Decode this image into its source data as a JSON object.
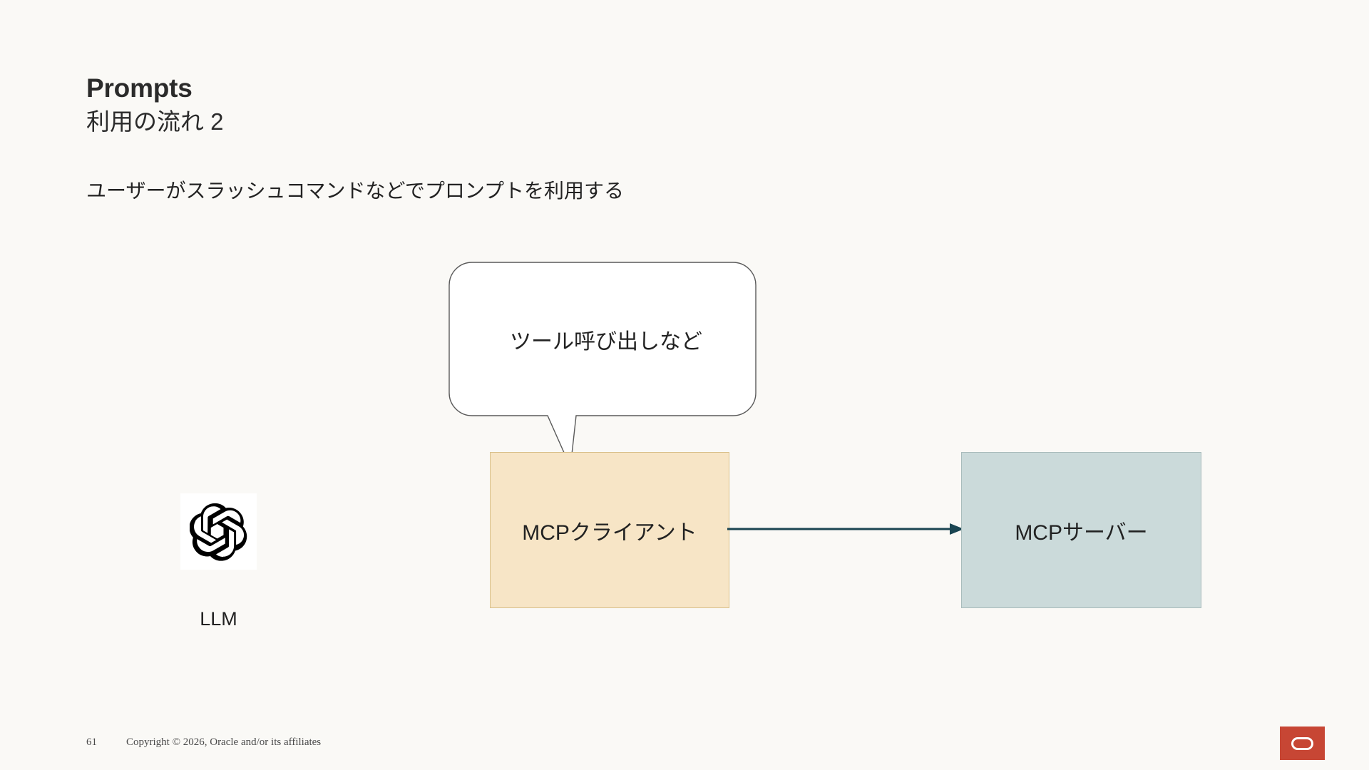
{
  "slide": {
    "title": "Prompts",
    "subtitle": "利用の流れ 2",
    "body": "ユーザーがスラッシュコマンドなどでプロンプトを利用する"
  },
  "diagram": {
    "bubble": {
      "text": "ツール呼び出しなど"
    },
    "nodes": [
      {
        "id": "llm",
        "label": "LLM",
        "icon": "openai-logo-icon"
      },
      {
        "id": "mcp-client",
        "label": "MCPクライアント",
        "fill": "#F7E5C6",
        "stroke": "#D9C08A"
      },
      {
        "id": "mcp-server",
        "label": "MCPサーバー",
        "fill": "#CBDADA",
        "stroke": "#A9BCBC"
      }
    ],
    "connector": {
      "from": "mcp-client",
      "to": "mcp-server",
      "color": "#1A4552",
      "style": "arrow"
    }
  },
  "footer": {
    "page_number": "61",
    "copyright": "Copyright © 2026, Oracle and/or its affiliates",
    "logo": {
      "name": "oracle-logo",
      "color": "#C74634"
    }
  },
  "colors": {
    "background": "#FAF9F6",
    "text": "#222222",
    "accent_red": "#C74634",
    "arrow": "#1A4552"
  }
}
